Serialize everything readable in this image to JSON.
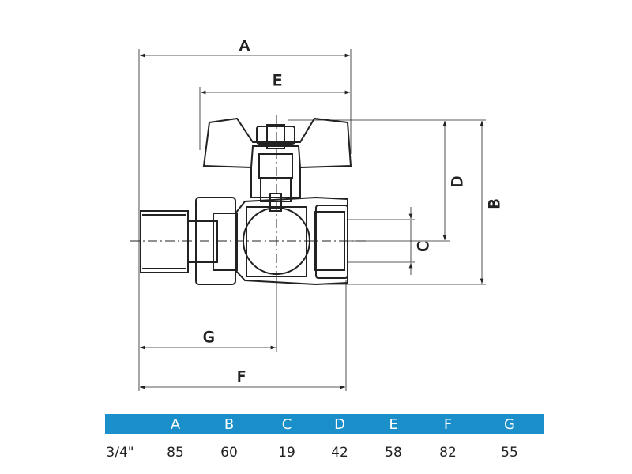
{
  "diagram": {
    "labels": {
      "A": "A",
      "B": "B",
      "C": "C",
      "D": "D",
      "E": "E",
      "F": "F",
      "G": "G"
    }
  },
  "table": {
    "headers": [
      "A",
      "B",
      "C",
      "D",
      "E",
      "F",
      "G"
    ],
    "rows": [
      {
        "size": "3/4\"",
        "values": [
          "85",
          "60",
          "19",
          "42",
          "58",
          "82",
          "55"
        ]
      }
    ]
  },
  "colors": {
    "header_band": "#1a8fc9"
  }
}
